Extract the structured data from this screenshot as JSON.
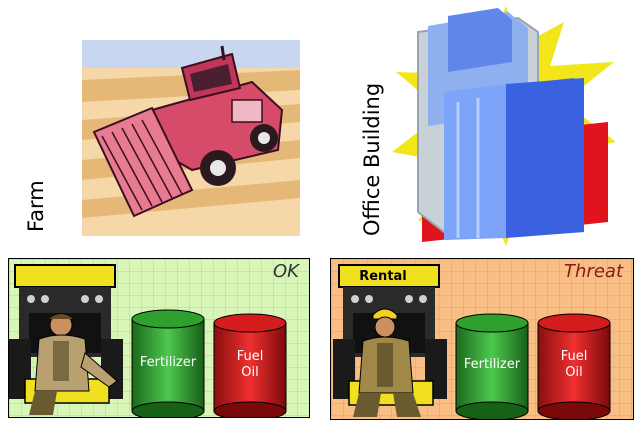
{
  "labels": {
    "farm": "Farm",
    "office_building": "Office Building"
  },
  "panels": {
    "farm": {
      "status": "OK",
      "fertilizer": "Fertilizer",
      "fuel_oil_line1": "Fuel",
      "fuel_oil_line2": "Oil"
    },
    "office": {
      "status": "Threat",
      "truck_sign": "Rental",
      "fertilizer": "Fertilizer",
      "fuel_oil_line1": "Fuel",
      "fuel_oil_line2": "Oil"
    }
  },
  "colors": {
    "farm_panel_bg": "#d8f6b8",
    "office_panel_bg": "#f8be84",
    "fertilizer_green": "#2e9a2e",
    "fuel_red": "#d41c1c"
  },
  "icons": [
    "combine-harvester-icon",
    "office-building-icon",
    "truck-icon",
    "farmer-icon",
    "worker-icon",
    "barrel-icon"
  ]
}
